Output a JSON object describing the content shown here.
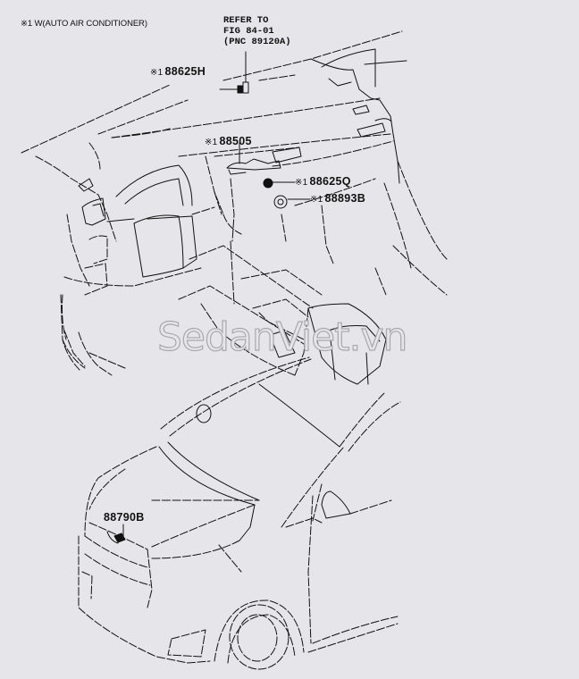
{
  "diagram": {
    "note": "※1 W(AUTO AIR CONDITIONER)",
    "reference": {
      "line1": "REFER TO",
      "line2": "FIG 84-01",
      "line3": "(PNC 89120A)"
    },
    "callouts": [
      {
        "marker": "※1",
        "part_no": "88625H"
      },
      {
        "marker": "※1",
        "part_no": "88505"
      },
      {
        "marker": "※1",
        "part_no": "88625Q"
      },
      {
        "marker": "※1",
        "part_no": "88893B"
      },
      {
        "marker": "",
        "part_no": "88790B"
      }
    ],
    "watermark": "SedanViet.vn"
  }
}
